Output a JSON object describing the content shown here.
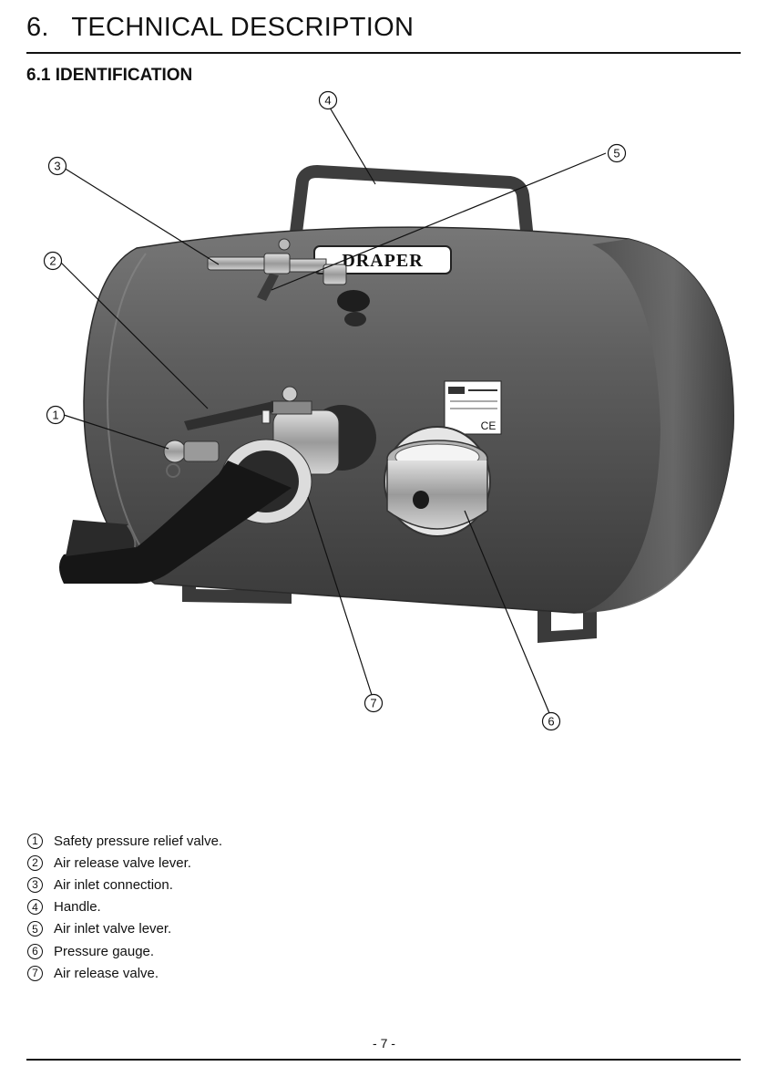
{
  "header": {
    "section_number": "6.",
    "title": "TECHNICAL DESCRIPTION"
  },
  "section": {
    "title": "6.1 IDENTIFICATION"
  },
  "figure": {
    "brand": "DRAPER",
    "plate_mark": "CE",
    "callouts": [
      "1",
      "2",
      "3",
      "4",
      "5",
      "6",
      "7"
    ],
    "colors": {
      "tank": "#5a5a5a",
      "dark": "#1e1e1e",
      "metal": "#c8c8c8"
    }
  },
  "legend": [
    {
      "num": "1",
      "text": "Safety pressure relief valve."
    },
    {
      "num": "2",
      "text": "Air release valve lever."
    },
    {
      "num": "3",
      "text": "Air inlet connection."
    },
    {
      "num": "4",
      "text": "Handle."
    },
    {
      "num": "5",
      "text": "Air inlet valve lever."
    },
    {
      "num": "6",
      "text": "Pressure gauge."
    },
    {
      "num": "7",
      "text": "Air release valve."
    }
  ],
  "footer": {
    "page_number": "- 7 -"
  }
}
